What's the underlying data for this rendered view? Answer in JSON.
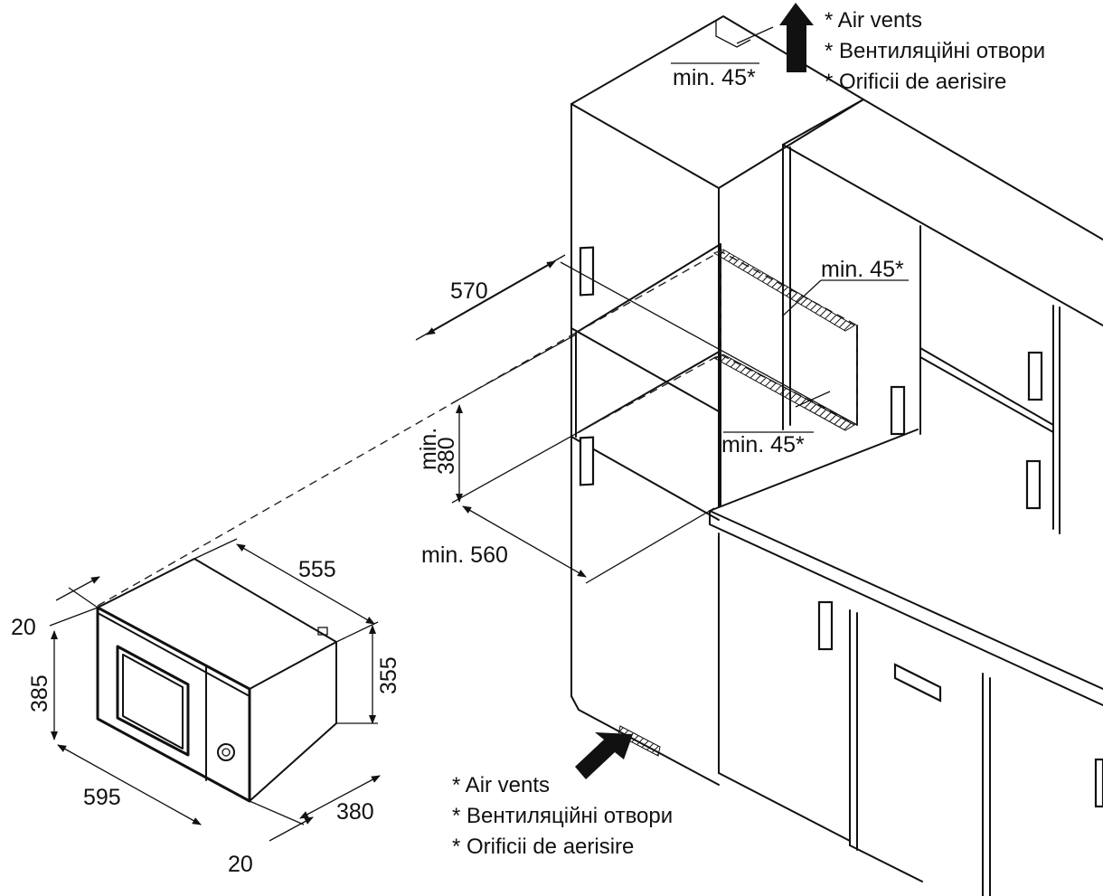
{
  "dimensions": {
    "niche_width": "570",
    "niche_height_line1": "min.",
    "niche_height_line2": "380",
    "niche_depth": "min. 560",
    "gap_top": "min. 45*",
    "gap_back": "min. 45*",
    "gap_bottom": "min. 45*",
    "oven_depth": "555",
    "oven_rear_height": "355",
    "oven_front_height": "385",
    "oven_width": "595",
    "oven_body_depth": "380",
    "frame_top": "20",
    "frame_bottom": "20"
  },
  "notes_top": [
    "* Air vents",
    "* Вентиляційні отвори",
    "* Orificii de aerisire"
  ],
  "notes_bottom": [
    "* Air vents",
    "* Вентиляційні отвори",
    "* Orificii de aerisire"
  ],
  "colors": {
    "line": "#111111",
    "background": "#ffffff"
  }
}
